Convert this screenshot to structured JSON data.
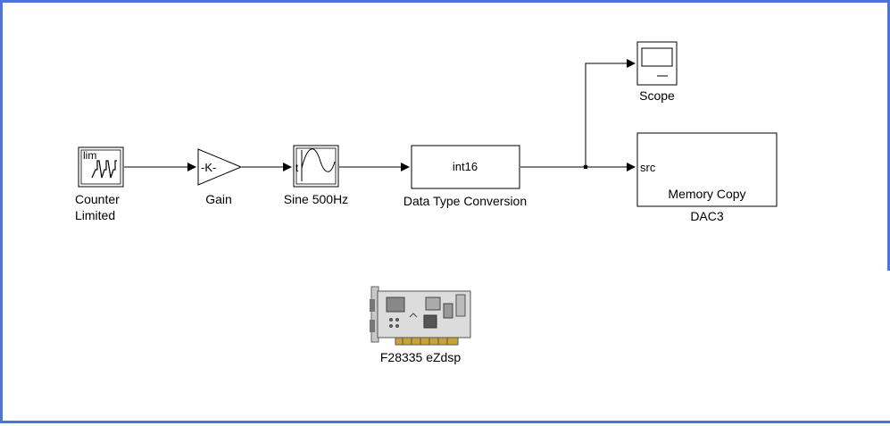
{
  "blocks": {
    "counter": {
      "icon_text": "lim",
      "label_line1": "Counter",
      "label_line2": "Limited"
    },
    "gain": {
      "icon_text": "-K-",
      "label": "Gain"
    },
    "sine": {
      "port_text": "t",
      "label": "Sine 500Hz"
    },
    "dtc": {
      "icon_text": "int16",
      "label": "Data Type Conversion"
    },
    "scope": {
      "label": "Scope"
    },
    "dac": {
      "port_text": "src",
      "body_text": "Memory Copy",
      "label": "DAC3"
    },
    "board": {
      "label": "F28335 eZdsp"
    }
  }
}
